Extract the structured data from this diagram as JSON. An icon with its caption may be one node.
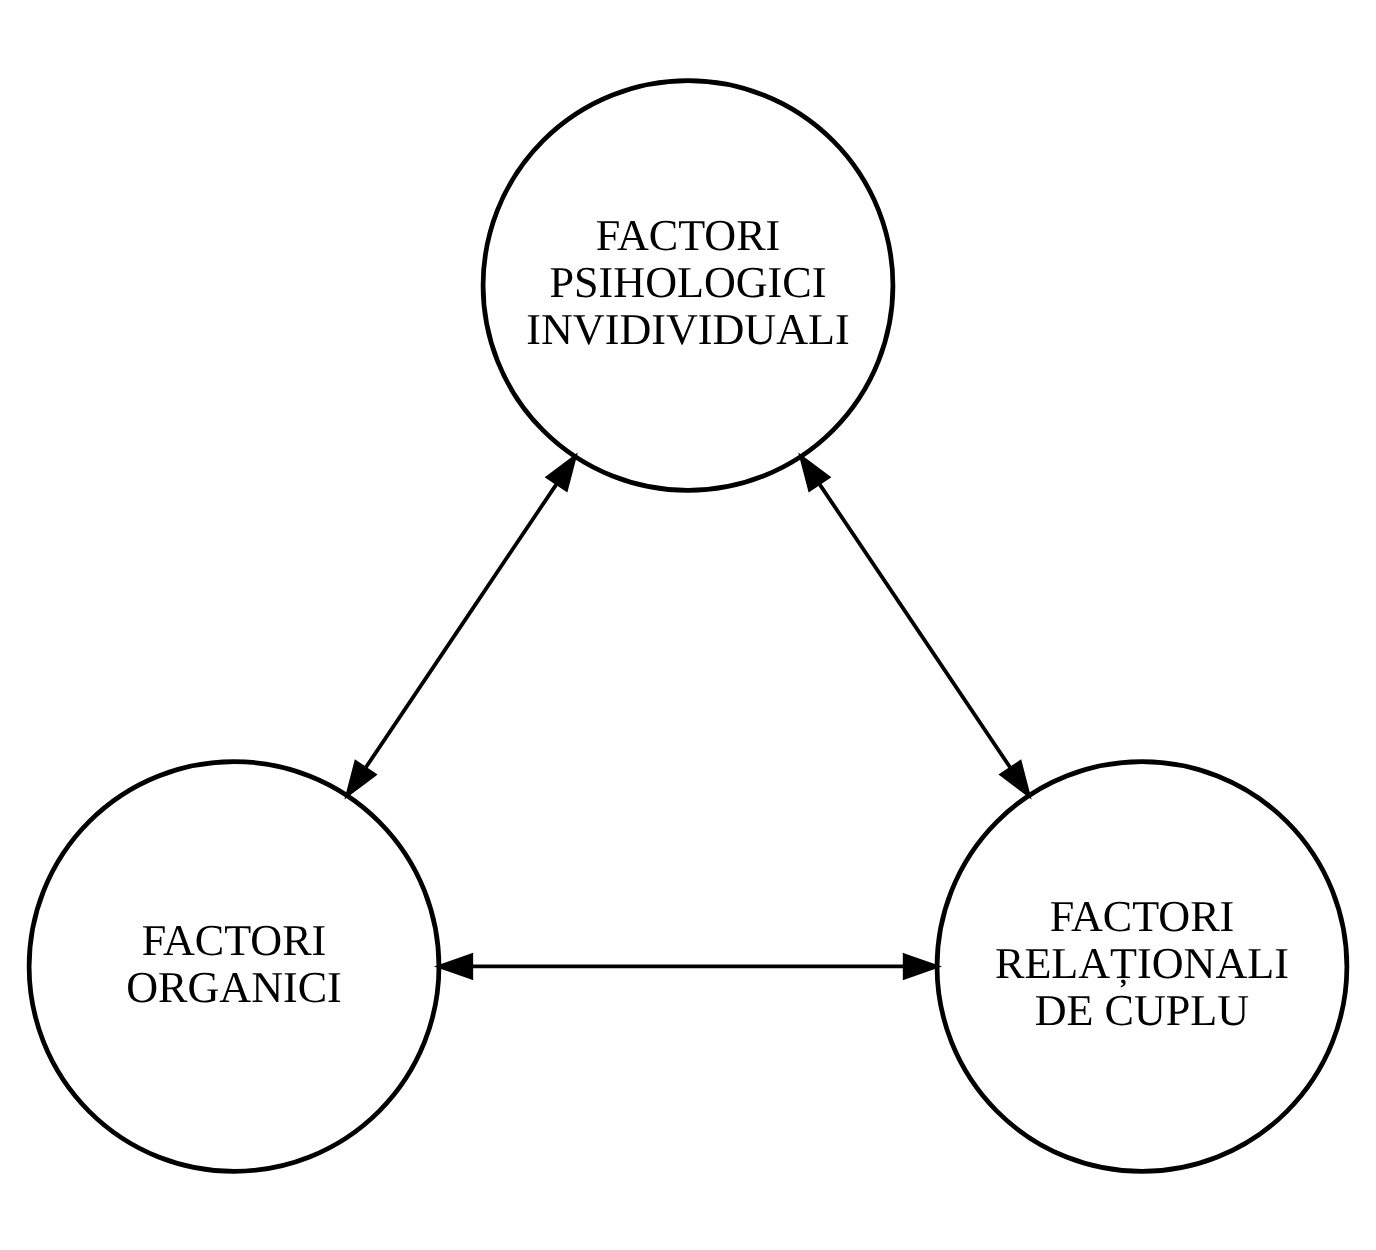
{
  "diagram": {
    "nodes": [
      {
        "text": [
          "FACTORI PSIHOLOGICI INVIDIVIDUALI"
        ]
      },
      {
        "text": [
          "FACTORI ORGANICI"
        ]
      },
      {
        "text": [
          "FACTORI RELAȚIONALI DE CUPLU"
        ]
      }
    ],
    "edges": [
      {
        "from": 0,
        "to": 1,
        "arrow": "both"
      },
      {
        "from": 0,
        "to": 2,
        "arrow": "both"
      },
      {
        "from": 1,
        "to": 2,
        "arrow": "both"
      }
    ]
  }
}
